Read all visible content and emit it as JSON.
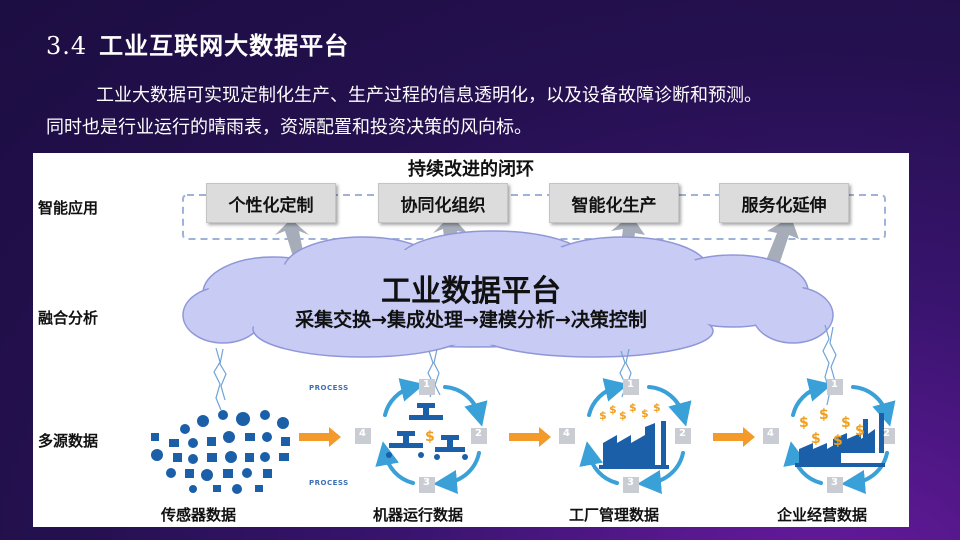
{
  "header": {
    "section_number": "3.4",
    "title": "工业互联网大数据平台"
  },
  "intro": {
    "line1": "工业大数据可实现定制化生产、生产过程的信息透明化，以及设备故障诊断和预测。",
    "line2": "同时也是行业运行的晴雨表，资源配置和投资决策的风向标。"
  },
  "diagram": {
    "loop_title": "持续改进的闭环",
    "row_labels": {
      "top": "智能应用",
      "middle": "融合分析",
      "bottom": "多源数据"
    },
    "applications": [
      "个性化定制",
      "协同化组织",
      "智能化生产",
      "服务化延伸"
    ],
    "platform": {
      "title": "工业数据平台",
      "pipeline": "采集交换→集成处理→建模分析→决策控制"
    },
    "sources": [
      "传感器数据",
      "机器运行数据",
      "工厂管理数据",
      "企业经营数据"
    ],
    "process_label": "PROCESS",
    "step_numbers": [
      "1",
      "2",
      "3",
      "4"
    ],
    "colors": {
      "cloud_fill": "#c8ccf5",
      "loop_blue": "#3aa0d8",
      "flow_arrow": "#f39a2b",
      "icon_blue": "#1a5fa8",
      "money": "#f0a020"
    }
  }
}
